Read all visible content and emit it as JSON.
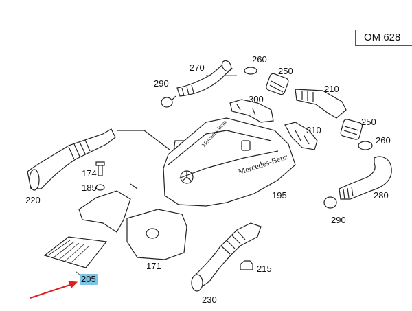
{
  "engine_model": "OM 628",
  "parts": [
    {
      "id": "290a",
      "label": "290"
    },
    {
      "id": "270",
      "label": "270"
    },
    {
      "id": "260a",
      "label": "260"
    },
    {
      "id": "250a",
      "label": "250"
    },
    {
      "id": "210",
      "label": "210"
    },
    {
      "id": "300",
      "label": "300"
    },
    {
      "id": "310",
      "label": "310"
    },
    {
      "id": "250b",
      "label": "250"
    },
    {
      "id": "260b",
      "label": "260"
    },
    {
      "id": "174",
      "label": "174"
    },
    {
      "id": "185",
      "label": "185"
    },
    {
      "id": "220",
      "label": "220"
    },
    {
      "id": "195",
      "label": "195"
    },
    {
      "id": "280",
      "label": "280"
    },
    {
      "id": "290b",
      "label": "290"
    },
    {
      "id": "171",
      "label": "171"
    },
    {
      "id": "215",
      "label": "215"
    },
    {
      "id": "205",
      "label": "205"
    },
    {
      "id": "230",
      "label": "230"
    }
  ],
  "cover_branding": "Mercedes-Benz",
  "colors": {
    "highlight": "#7fc3e6",
    "arrow": "#e02020",
    "line": "#222222"
  }
}
